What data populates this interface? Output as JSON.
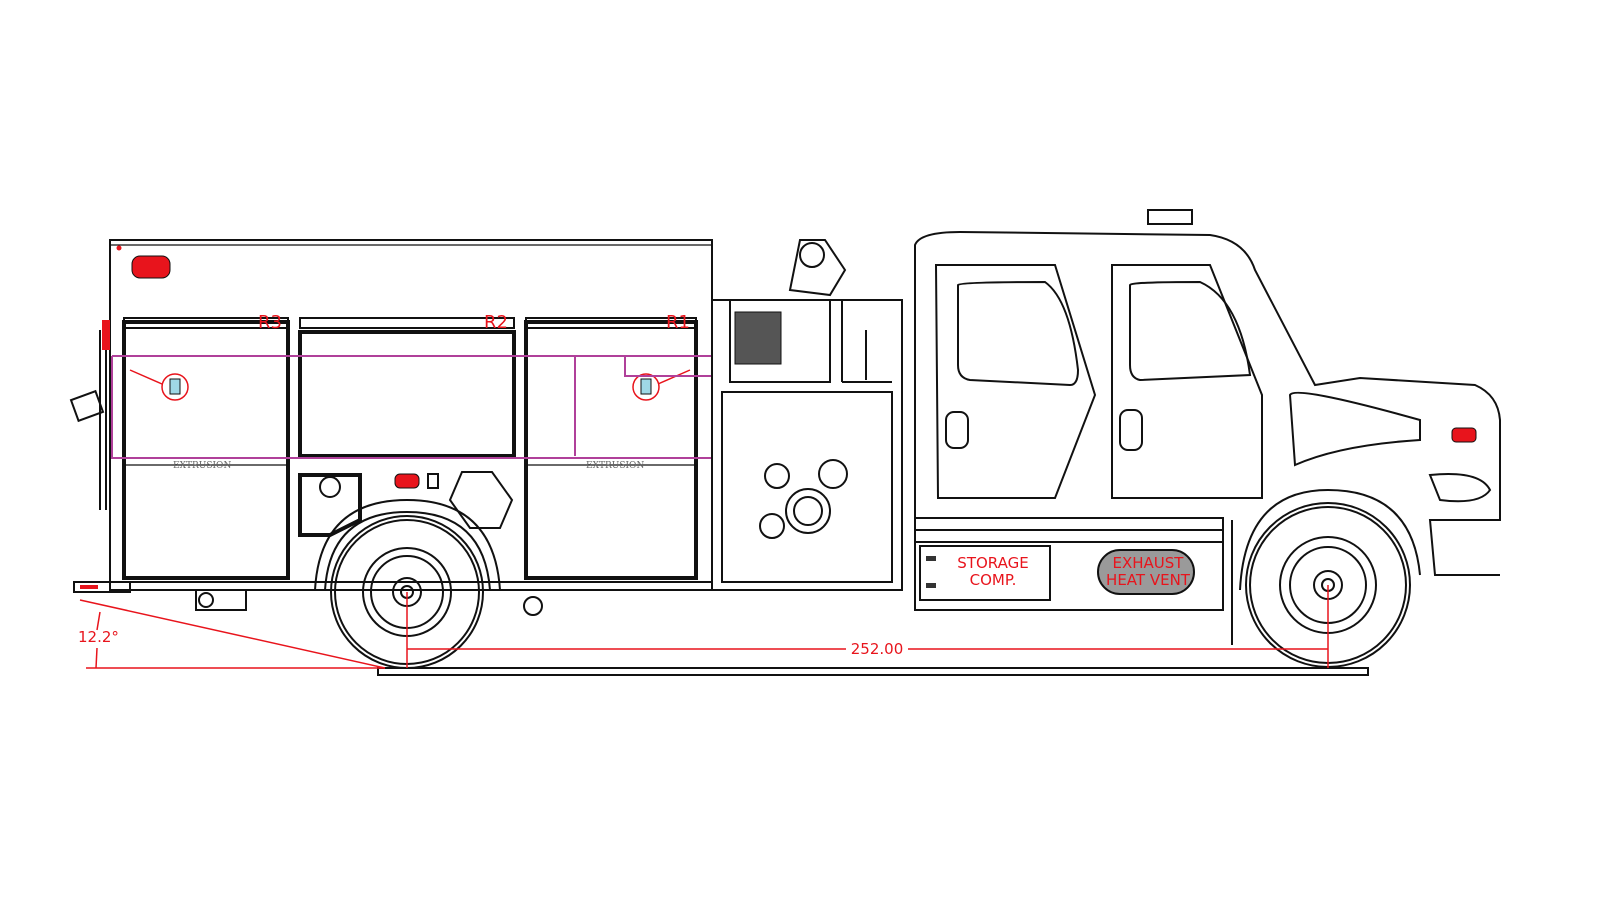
{
  "drawing": {
    "compartments": [
      {
        "label": "R3"
      },
      {
        "label": "R2"
      },
      {
        "label": "R1"
      }
    ],
    "extrusion_labels": [
      "EXTRUSION",
      "EXTRUSION"
    ],
    "storage": {
      "line1": "STORAGE",
      "line2": "COMP."
    },
    "exhaust": {
      "line1": "EXHAUST",
      "line2": "HEAT VENT"
    },
    "angle_dimension": "12.2°",
    "wheelbase_dimension": "252.00",
    "colors": {
      "dimension": "#e8141c",
      "wiring": "#b0409a",
      "line": "#111111"
    }
  }
}
